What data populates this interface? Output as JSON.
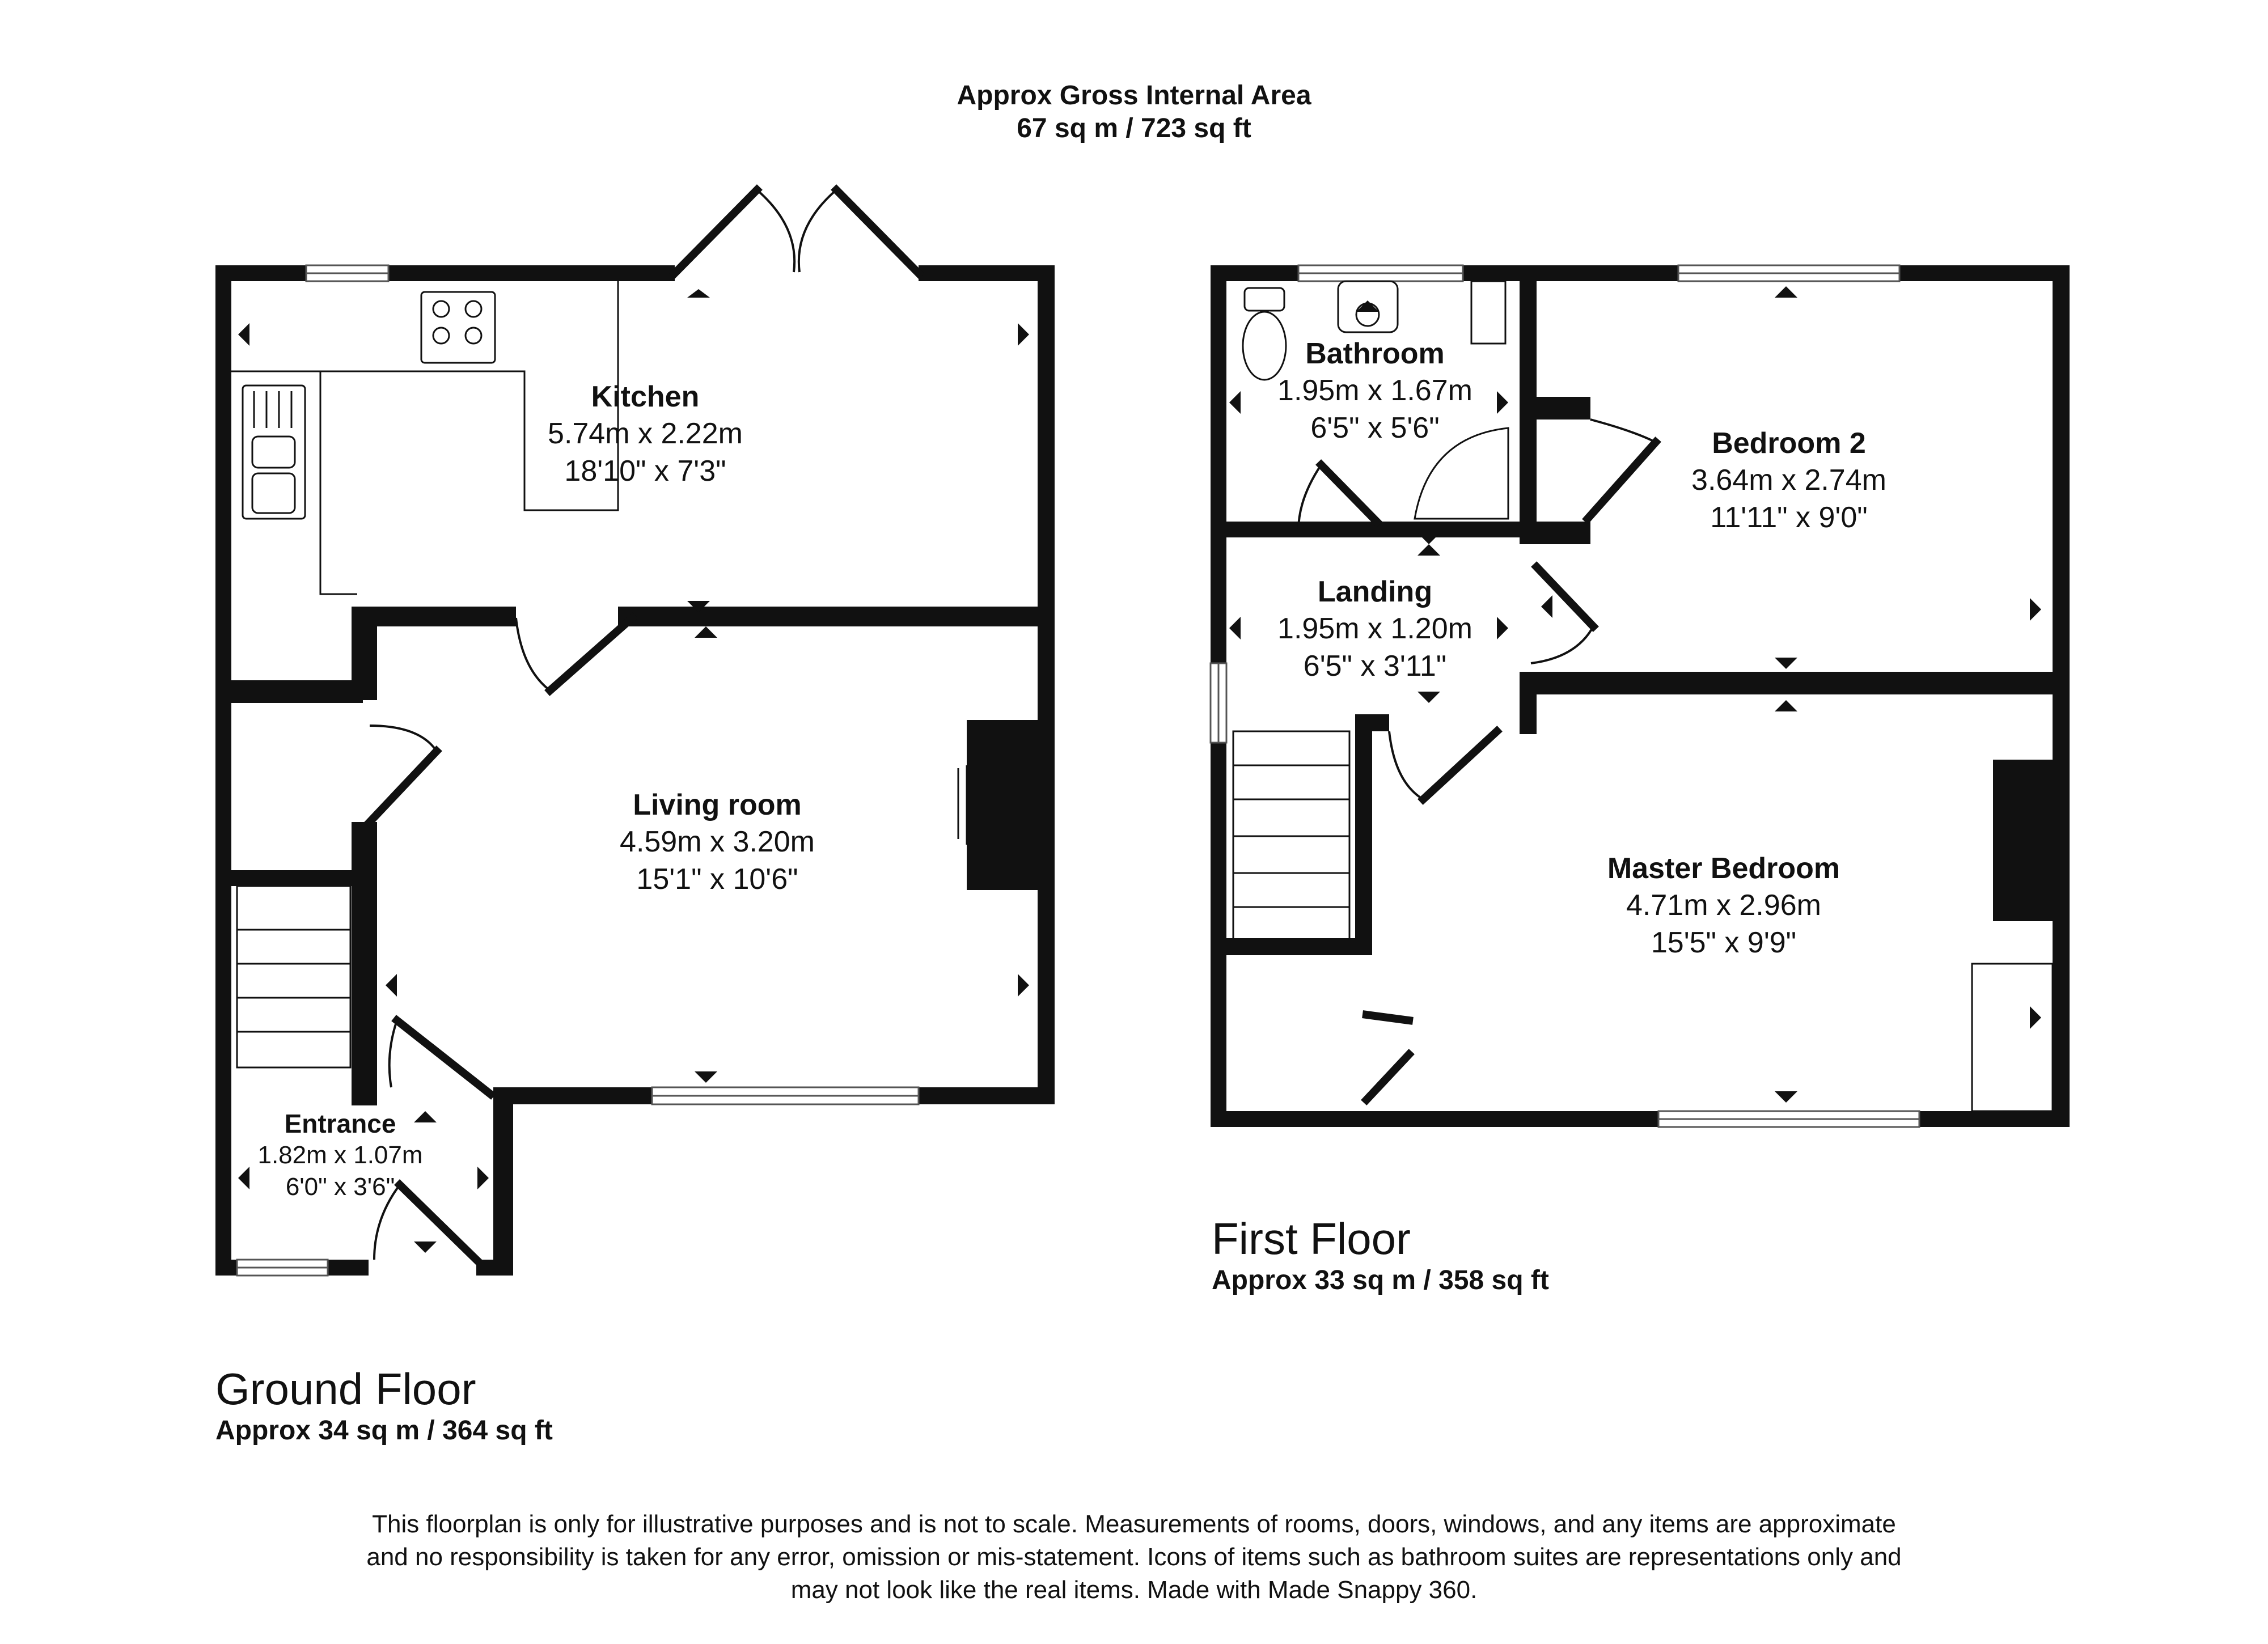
{
  "header": {
    "title": "Approx Gross Internal Area",
    "area": "67 sq m / 723 sq ft"
  },
  "ground_floor": {
    "name": "Ground Floor",
    "area": "Approx 34 sq m / 364 sq ft",
    "rooms": [
      {
        "name": "Kitchen",
        "metric": "5.74m x 2.22m",
        "imperial": "18'10\" x 7'3\""
      },
      {
        "name": "Living room",
        "metric": "4.59m x 3.20m",
        "imperial": "15'1\" x 10'6\""
      },
      {
        "name": "Entrance",
        "metric": "1.82m x 1.07m",
        "imperial": "6'0\" x 3'6\""
      }
    ]
  },
  "first_floor": {
    "name": "First Floor",
    "area": "Approx 33 sq m / 358 sq ft",
    "rooms": [
      {
        "name": "Bathroom",
        "metric": "1.95m x 1.67m",
        "imperial": "6'5\" x 5'6\""
      },
      {
        "name": "Bedroom 2",
        "metric": "3.64m x 2.74m",
        "imperial": "11'11\" x 9'0\""
      },
      {
        "name": "Landing",
        "metric": "1.95m x 1.20m",
        "imperial": "6'5\" x 3'11\""
      },
      {
        "name": "Master Bedroom",
        "metric": "4.71m x 2.96m",
        "imperial": "15'5\" x 9'9\""
      }
    ]
  },
  "disclaimer": {
    "line1": "This floorplan is only for illustrative purposes and is not to scale. Measurements of rooms, doors, windows, and any items are approximate",
    "line2": "and no responsibility is taken for any error, omission or mis-statement. Icons of items such as bathroom suites are representations only and",
    "line3": "may not look like the real items. Made with Made Snappy 360."
  },
  "colors": {
    "wall": "#111111",
    "background": "#ffffff"
  }
}
